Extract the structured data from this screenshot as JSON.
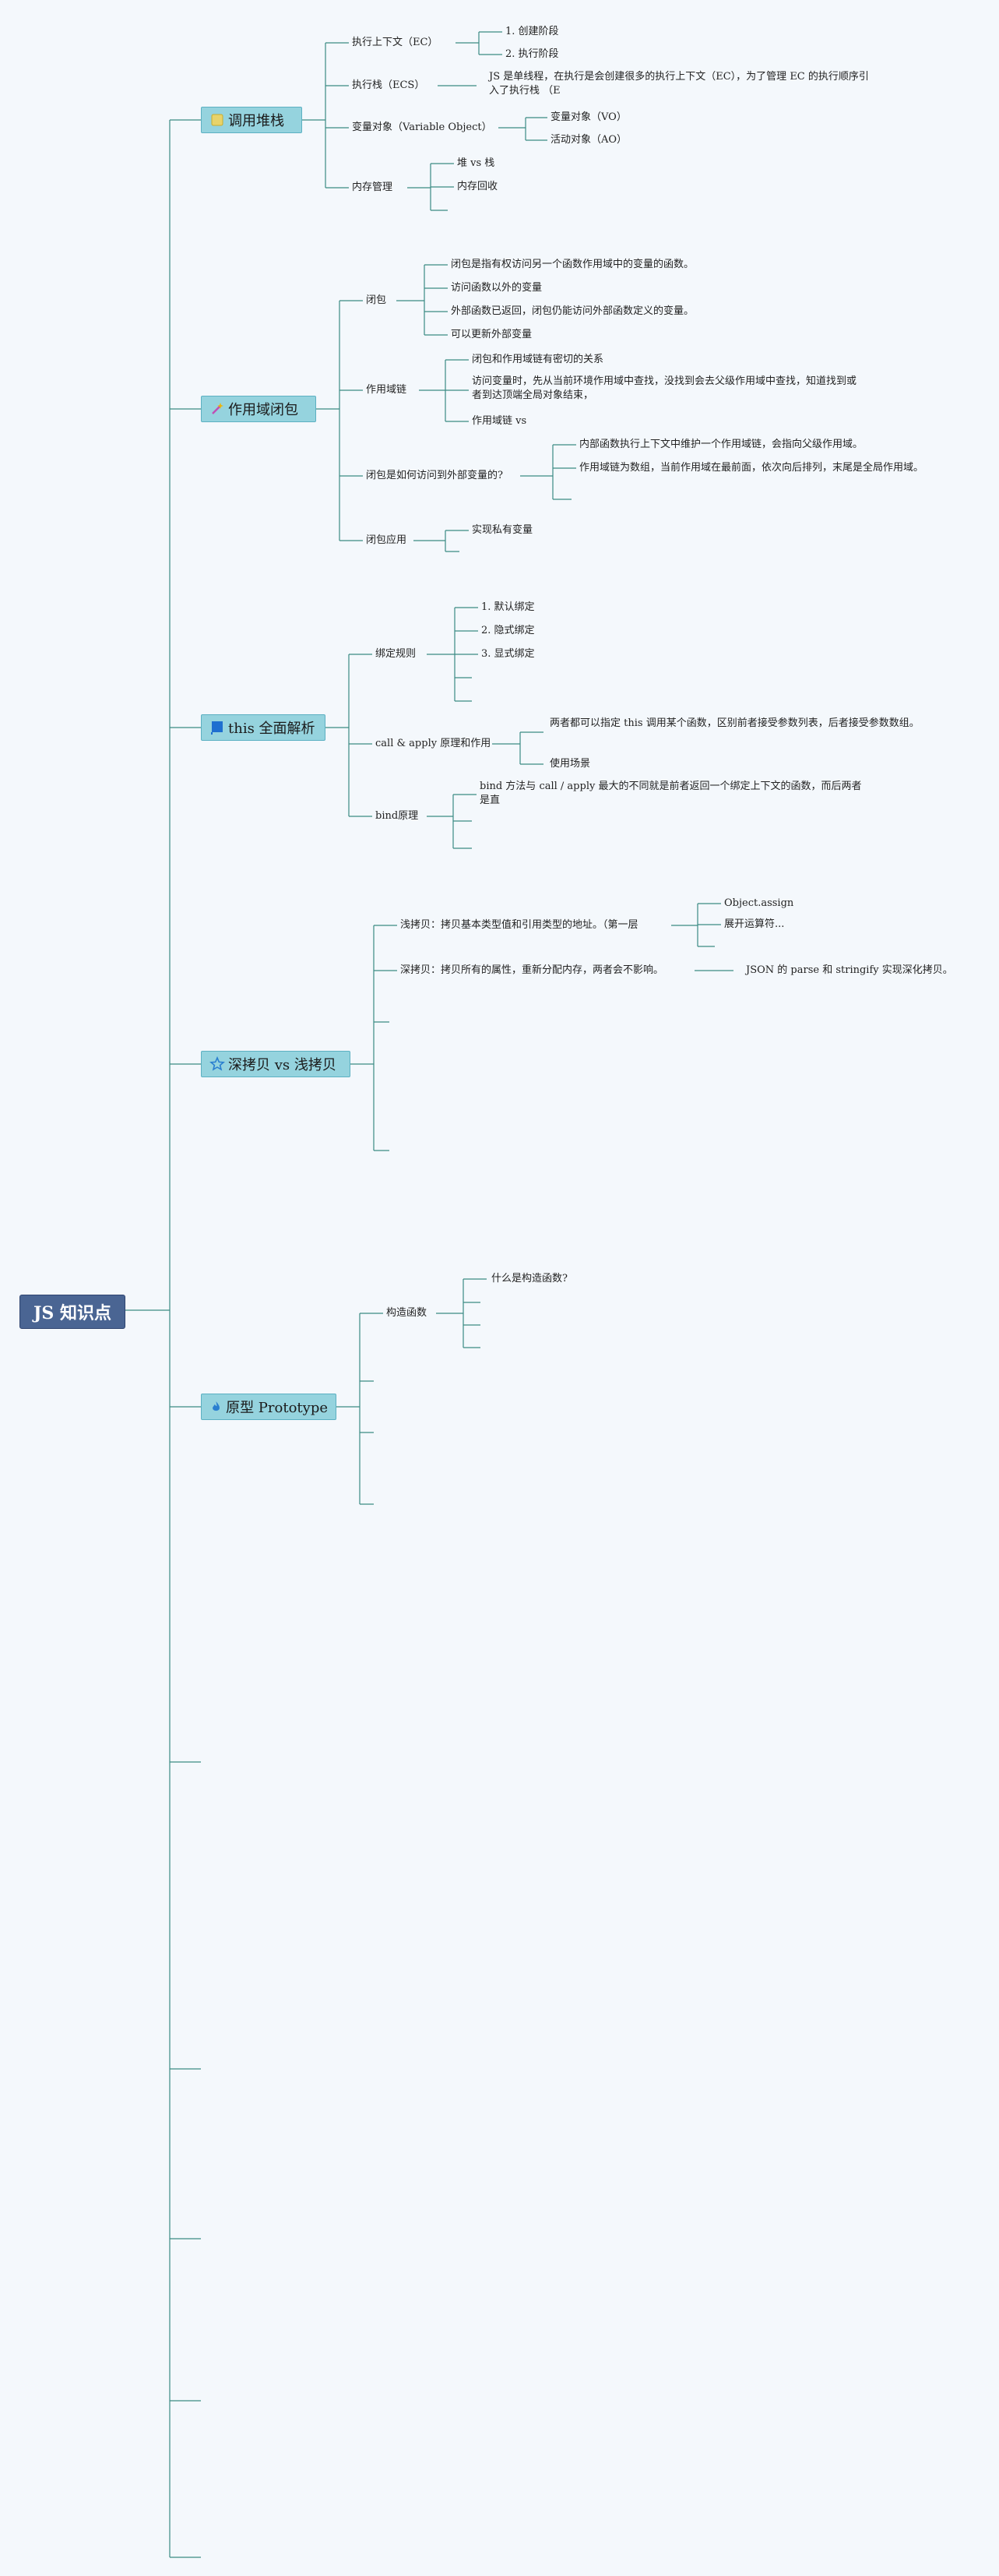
{
  "root": {
    "label": "JS 知识点"
  },
  "topics": [
    {
      "label": "调用堆栈",
      "icon": "yellow-square-icon"
    },
    {
      "label": "作用域闭包",
      "icon": "sparkle-icon"
    },
    {
      "label": "this 全面解析",
      "icon": "flag-icon"
    },
    {
      "label": "深拷贝 vs 浅拷贝",
      "icon": "star-icon"
    },
    {
      "label": "原型 Prototype",
      "icon": "flame-icon"
    }
  ],
  "callstack": {
    "ctx": "执行上下文（EC）",
    "ctx_items": [
      "1. 创建阶段",
      "2. 执行阶段"
    ],
    "ecs": "执行栈（ECS）",
    "ecs_note": "JS 是单线程，在执行是会创建很多的执行上下文（EC），为了管理 EC 的执行顺序引入了执行栈 （E",
    "vo": "变量对象（Variable Object）",
    "vo_items": [
      "变量对象（VO）",
      "活动对象（AO）"
    ],
    "mem": "内存管理",
    "mem_items": [
      "堆 vs 栈",
      "内存回收"
    ]
  },
  "closure": {
    "closure": "闭包",
    "closure_items": [
      "闭包是指有权访问另一个函数作用域中的变量的函数。",
      "访问函数以外的变量",
      "外部函数已返回，闭包仍能访问外部函数定义的变量。",
      "可以更新外部变量"
    ],
    "scope": "作用域链",
    "scope_items": [
      "闭包和作用域链有密切的关系",
      "访问变量时，先从当前环境作用域中查找，没找到会去父级作用域中查找，知道找到或者到达顶端全局对象结束，",
      "作用域链 vs"
    ],
    "how": "闭包是如何访问到外部变量的?",
    "how_items": [
      "内部函数执行上下文中维护一个作用域链，会指向父级作用域。",
      "作用域链为数组，当前作用域在最前面，依次向后排列，末尾是全局作用域。"
    ],
    "app": "闭包应用",
    "app_items": [
      "实现私有变量"
    ]
  },
  "this_topic": {
    "bind_rules": "绑定规则",
    "rules": [
      "1. 默认绑定",
      "2. 隐式绑定",
      "3. 显式绑定"
    ],
    "call_apply": "call & apply 原理和作用",
    "call_items": [
      "两者都可以指定 this 调用某个函数，区别前者接受参数列表，后者接受参数数组。",
      "使用场景"
    ],
    "bind_principle": "bind原理",
    "bind_items": [
      "bind 方法与 call / apply 最大的不同就是前者返回一个绑定上下文的函数，而后两者是直"
    ]
  },
  "copy": {
    "shallow": "浅拷贝：拷贝基本类型值和引用类型的地址。（第一层",
    "shallow_items": [
      "Object.assign",
      "展开运算符..."
    ],
    "deep": "深拷贝：拷贝所有的属性，重新分配内存，两者会不影响。",
    "deep_items": [
      "JSON 的 parse 和 stringify 实现深化拷贝。"
    ]
  },
  "proto": {
    "ctor": "构造函数",
    "ctor_items": [
      "什么是构造函数?"
    ]
  }
}
